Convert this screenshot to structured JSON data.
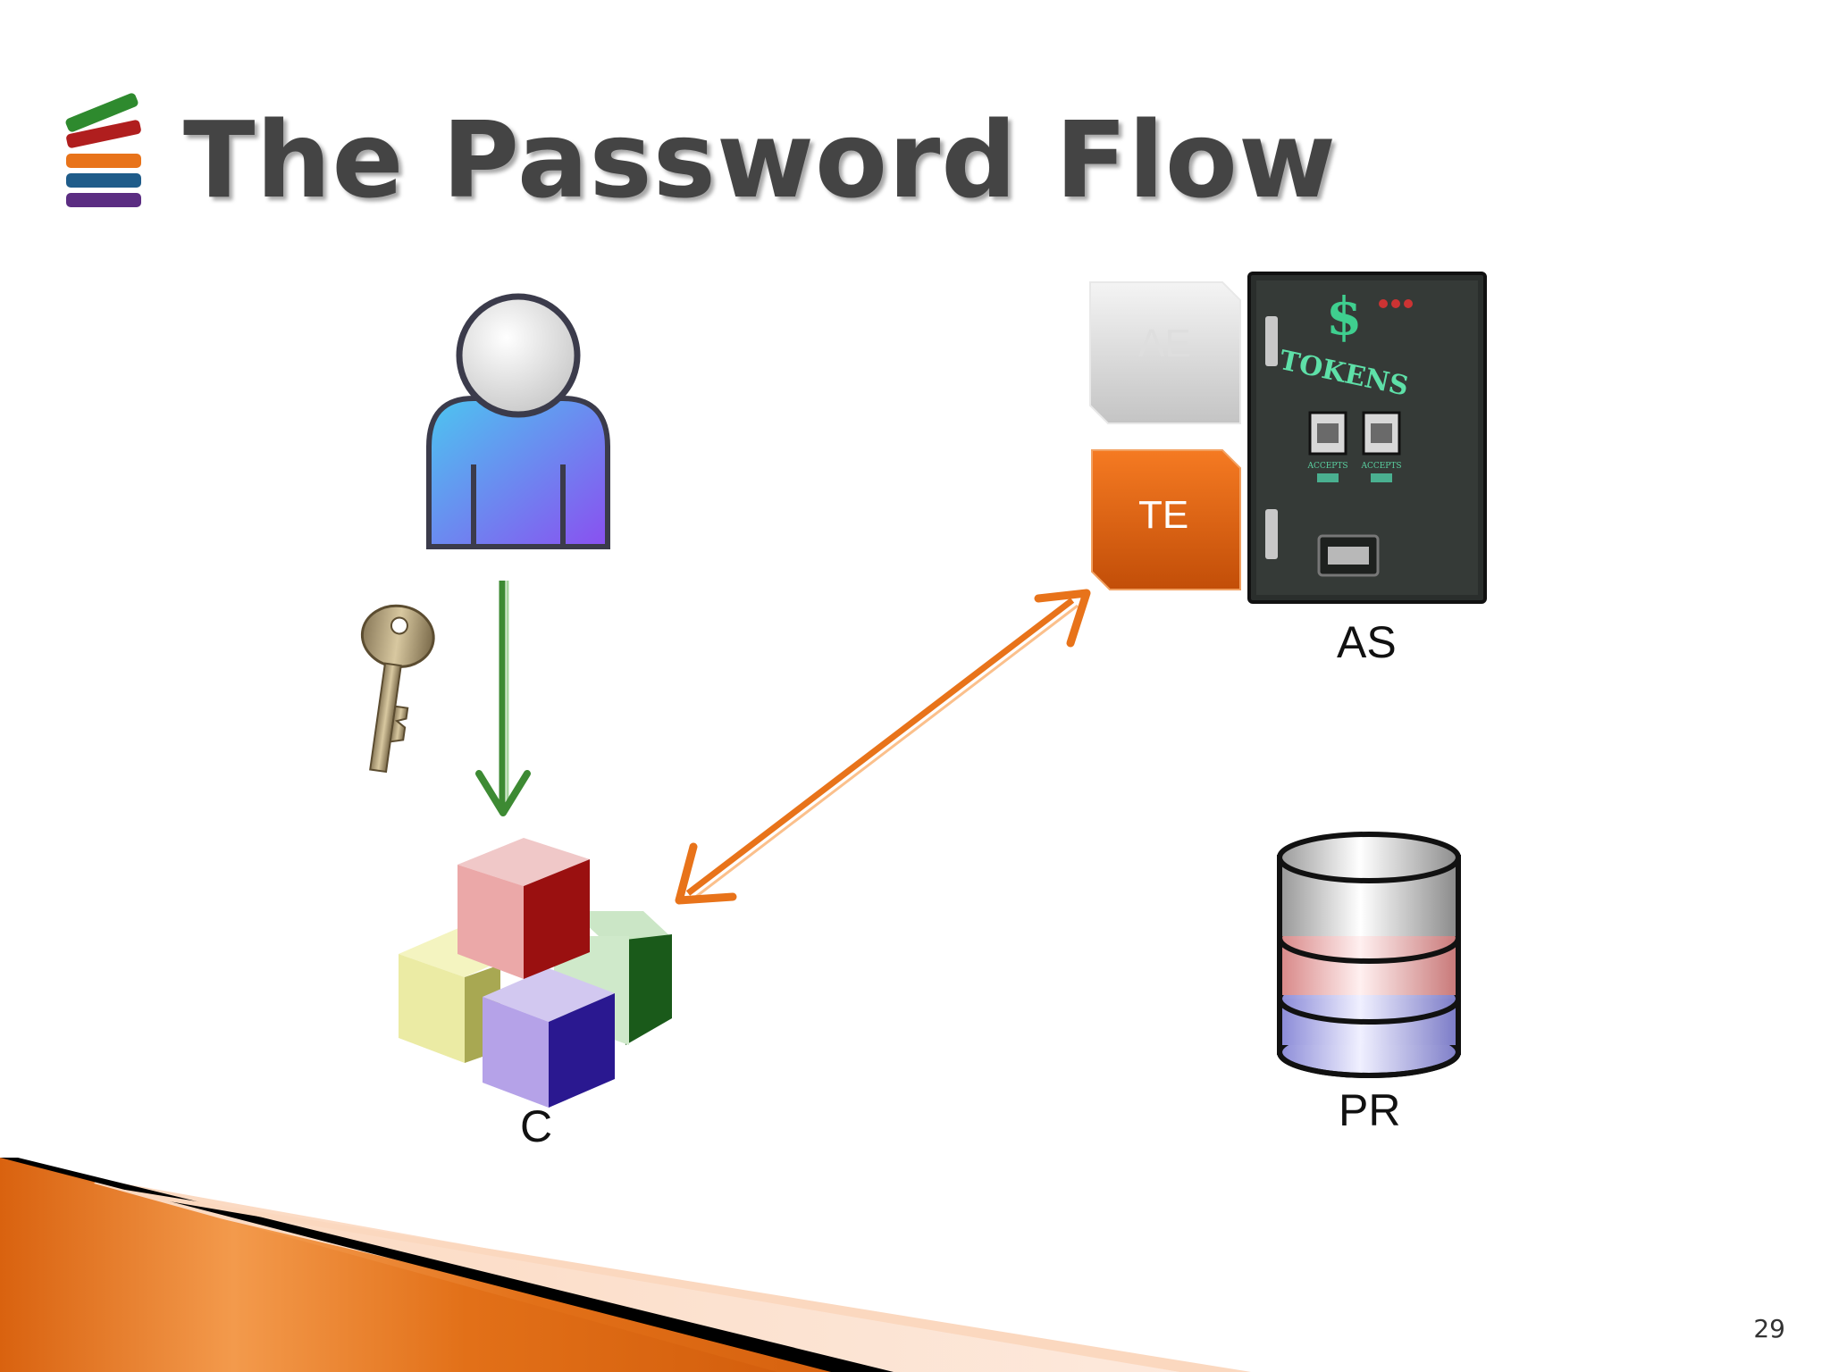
{
  "slide": {
    "title": "The Password Flow",
    "page_number": "29"
  },
  "nodes": {
    "client_label": "C",
    "auth_server_label": "AS",
    "protected_resource_label": "PR",
    "authorization_endpoint_label": "AE",
    "token_endpoint_label": "TE",
    "machine_brand_text": "TOKENS",
    "machine_currency_symbol": "$"
  },
  "colors": {
    "title_text": "#444444",
    "orange_accent": "#e8731a",
    "green_arrow": "#3d8a33",
    "endpoint_inactive": "#d6d6d6",
    "endpoint_active": "#e06010"
  },
  "icons": [
    "logo-books-icon",
    "user-icon",
    "key-icon",
    "client-cubes-icon",
    "token-machine-icon",
    "database-icon"
  ]
}
